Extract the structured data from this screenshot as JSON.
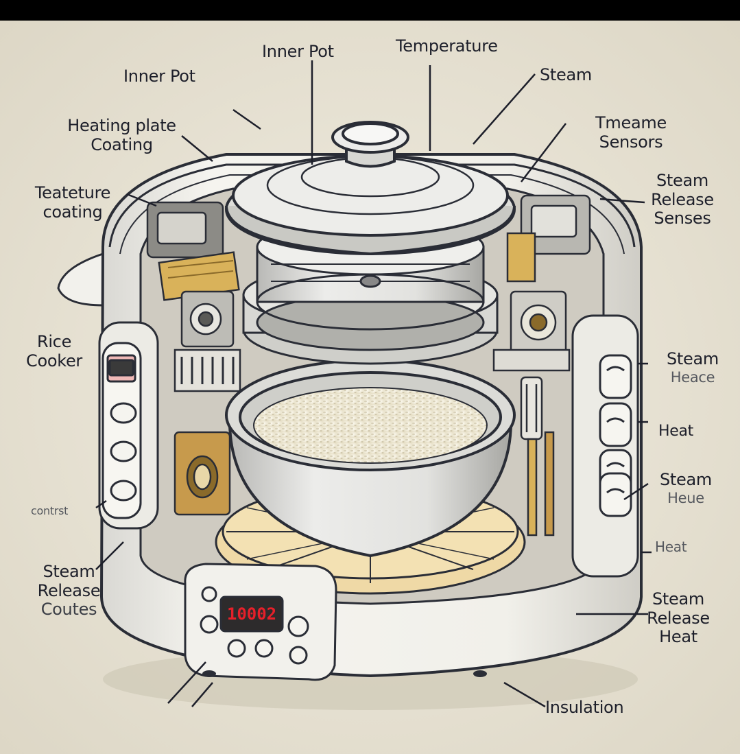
{
  "colors": {
    "background": "#e9e4d6",
    "body": "#f2f0ea",
    "outline": "#2a2d36",
    "rice": "#f7f4e8",
    "plate_wood": "#efd9a6",
    "display_red": "#e5202a",
    "gold_part": "#d9b25a"
  },
  "labels": {
    "inner_pot_top": "Inner Pot",
    "temperature_top": "Temperature",
    "inner_pot_left": "Inner Pot",
    "steam_top_right": "Steam",
    "heating_plate_line1": "Heating plate",
    "heating_plate_line2": "Coating",
    "tmeame_line1": "Tmeame",
    "tmeame_line2": "Sensors",
    "teateture_line1": "Teateture",
    "teateture_line2": "coating",
    "steam_release_sensors_line1": "Steam",
    "steam_release_sensors_line2": "Release",
    "steam_release_sensors_line3": "Senses",
    "rice_cooker_line1": "Rice",
    "rice_cooker_line2": "Cooker",
    "steam_heace_line1": "Steam",
    "steam_heace_line2": "Heace",
    "heat_right": "Heat",
    "steam_heue_line1": "Steam",
    "steam_heue_line2": "Heue",
    "heat_faint_right": "Heat",
    "faint_left": "contrst",
    "steam_release_coutes_line1": "Steam",
    "steam_release_coutes_line2": "Release",
    "steam_release_coutes_line3": "Coutes",
    "steam_release_heat_line1": "Steam",
    "steam_release_heat_line2": "Release",
    "steam_release_heat_line3": "Heat",
    "insulation": "Insulation"
  },
  "display": {
    "front_readout": "10002"
  },
  "icons": {
    "control_buttons": "round-button-icon"
  }
}
